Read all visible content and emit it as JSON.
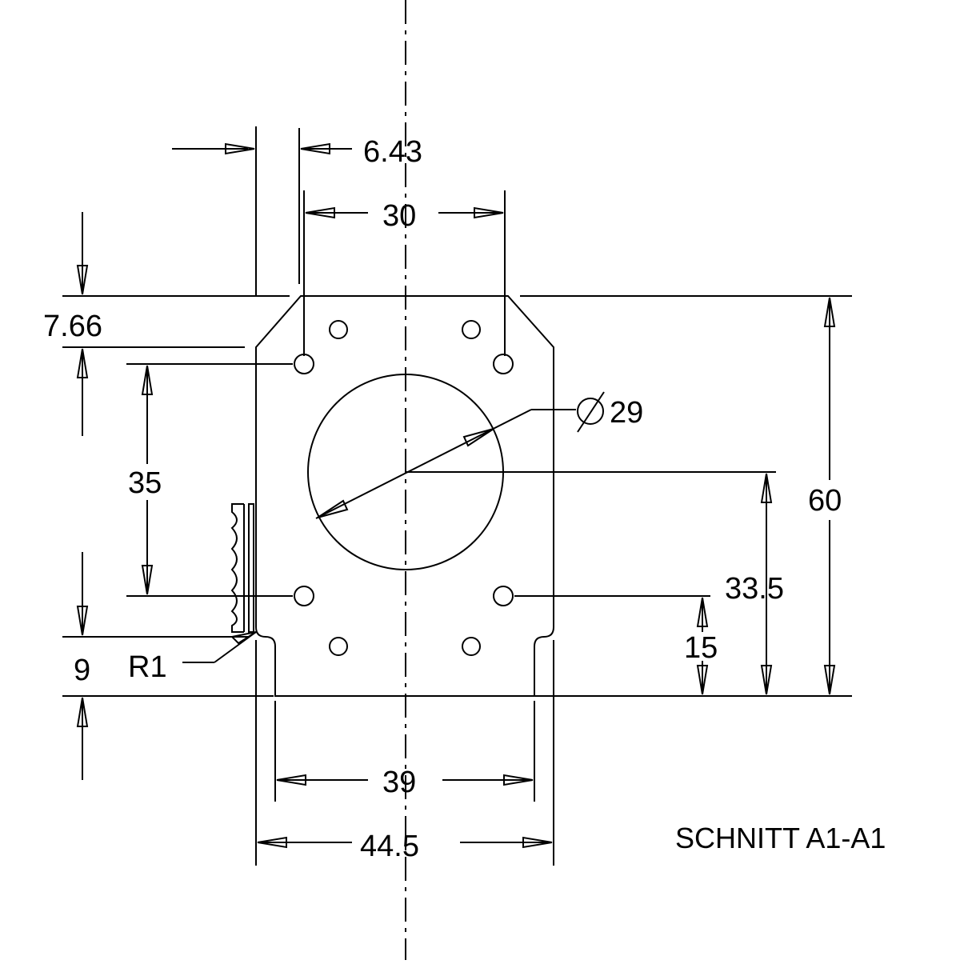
{
  "drawing": {
    "title": "SCHNITT A1-A1",
    "dimensions": {
      "hole_offset": "6.43",
      "hole_spacing_top": "30",
      "chamfer_height": "7.66",
      "hole_spacing_vertical": "35",
      "bore_diameter": "29",
      "overall_height": "60",
      "bore_center_height": "33.5",
      "lower_hole_height": "15",
      "bottom_height": "9",
      "corner_radius": "R1",
      "inner_width": "39",
      "overall_width": "44.5"
    },
    "diameter_symbol": "diameter-symbol"
  }
}
